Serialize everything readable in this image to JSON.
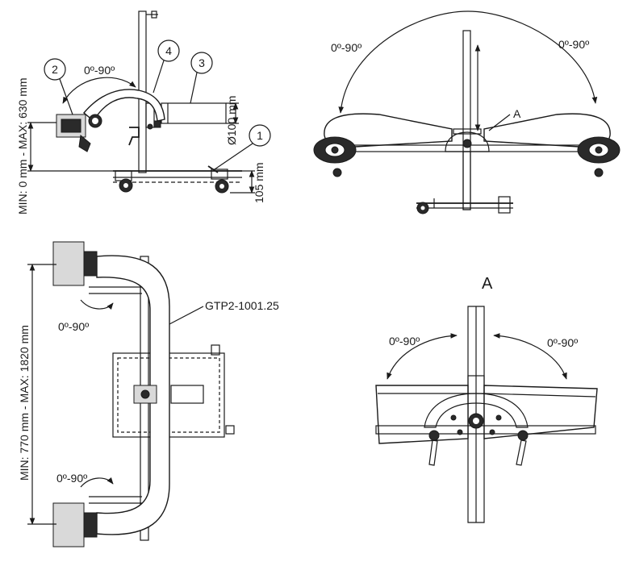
{
  "labels": {
    "callout_1": "1",
    "callout_2": "2",
    "callout_3": "3",
    "callout_4": "4",
    "angle_side_top": "0º-90º",
    "height_range": "MIN: 0 mm - MAX: 630 mm",
    "diameter": "Ø100 mm",
    "base_height": "105 mm",
    "angle_front_left": "0º-90º",
    "angle_front_right": "0º-90º",
    "detail_ref": "A",
    "part_number": "GTP2-1001.25",
    "length_range": "MIN: 770 mm - MAX: 1820 mm",
    "angle_plan_top": "0º-90º",
    "angle_plan_bottom": "0º-90º",
    "detail_title": "A",
    "angle_detail_left": "0º-90º",
    "angle_detail_right": "0º-90º"
  }
}
